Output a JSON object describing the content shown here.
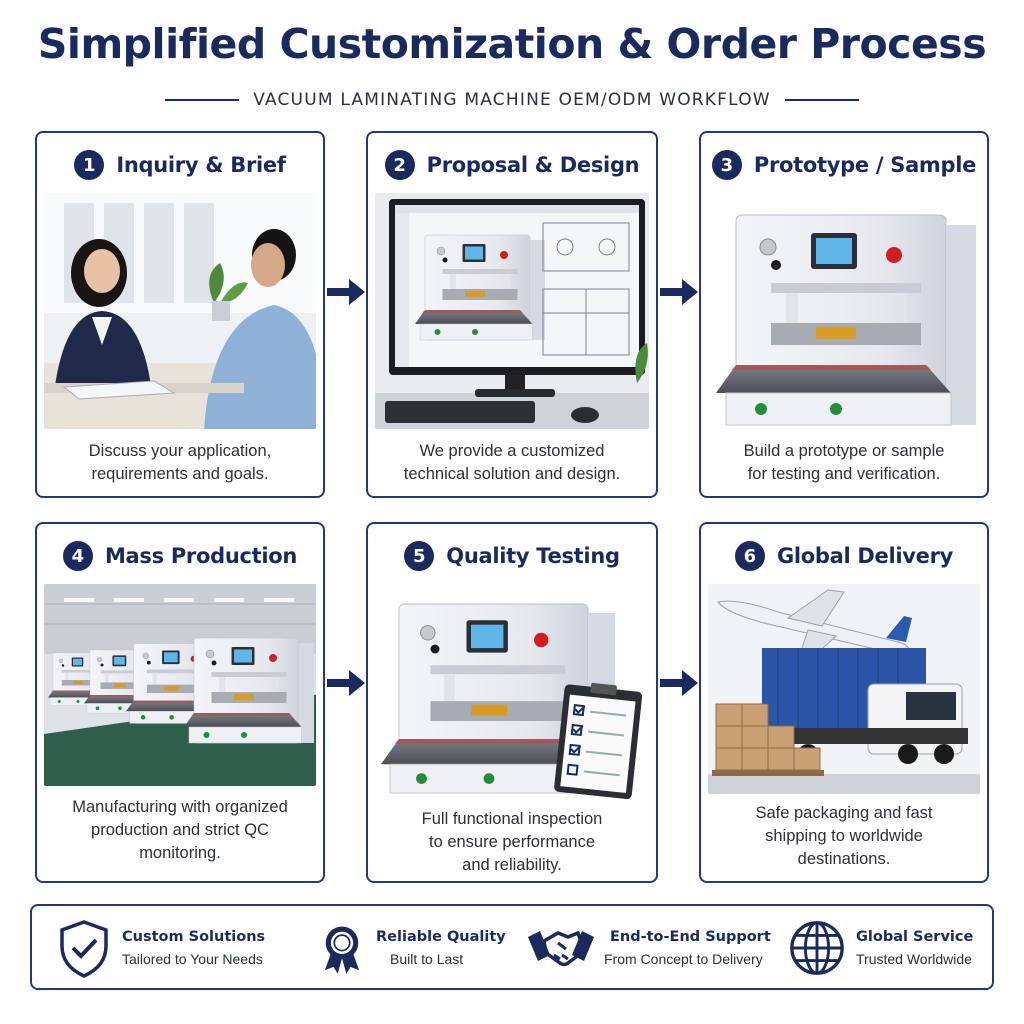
{
  "header": {
    "title": "Simplified Customization & Order Process",
    "subtitle": "VACUUM LAMINATING MACHINE OEM/ODM WORKFLOW"
  },
  "steps": [
    {
      "number": "1",
      "title": "Inquiry & Brief",
      "desc_lines": [
        "Discuss your application,",
        "requirements and goals."
      ],
      "image": "business-meeting-photo"
    },
    {
      "number": "2",
      "title": "Proposal & Design",
      "desc_lines": [
        "We provide a customized",
        "technical solution and design."
      ],
      "image": "cad-monitor-photo"
    },
    {
      "number": "3",
      "title": "Prototype / Sample",
      "desc_lines": [
        "Build a prototype or sample",
        "for testing and verification."
      ],
      "image": "laminating-machine-photo"
    },
    {
      "number": "4",
      "title": "Mass Production",
      "desc_lines": [
        "Manufacturing with organized",
        "production and strict QC",
        "monitoring."
      ],
      "image": "factory-line-photo"
    },
    {
      "number": "5",
      "title": "Quality Testing",
      "desc_lines": [
        "Full functional inspection",
        "to ensure performance",
        "and reliability."
      ],
      "image": "machine-with-checklist-photo"
    },
    {
      "number": "6",
      "title": "Global Delivery",
      "desc_lines": [
        "Safe packaging and fast",
        "shipping to worldwide",
        "destinations."
      ],
      "image": "plane-truck-photo"
    }
  ],
  "features": [
    {
      "title": "Custom Solutions",
      "subtitle": "Tailored to Your Needs",
      "icon": "shield-check-icon"
    },
    {
      "title": "Reliable Quality",
      "subtitle": "Built to Last",
      "icon": "award-ribbon-icon"
    },
    {
      "title": "End-to-End Support",
      "subtitle": "From Concept to Delivery",
      "icon": "handshake-icon"
    },
    {
      "title": "Global Service",
      "subtitle": "Trusted Worldwide",
      "icon": "globe-icon"
    }
  ],
  "colors": {
    "navy": "#1b2a5e",
    "border": "#233a78",
    "accent_red": "#d11f1f",
    "accent_green": "#1f8f3a"
  }
}
